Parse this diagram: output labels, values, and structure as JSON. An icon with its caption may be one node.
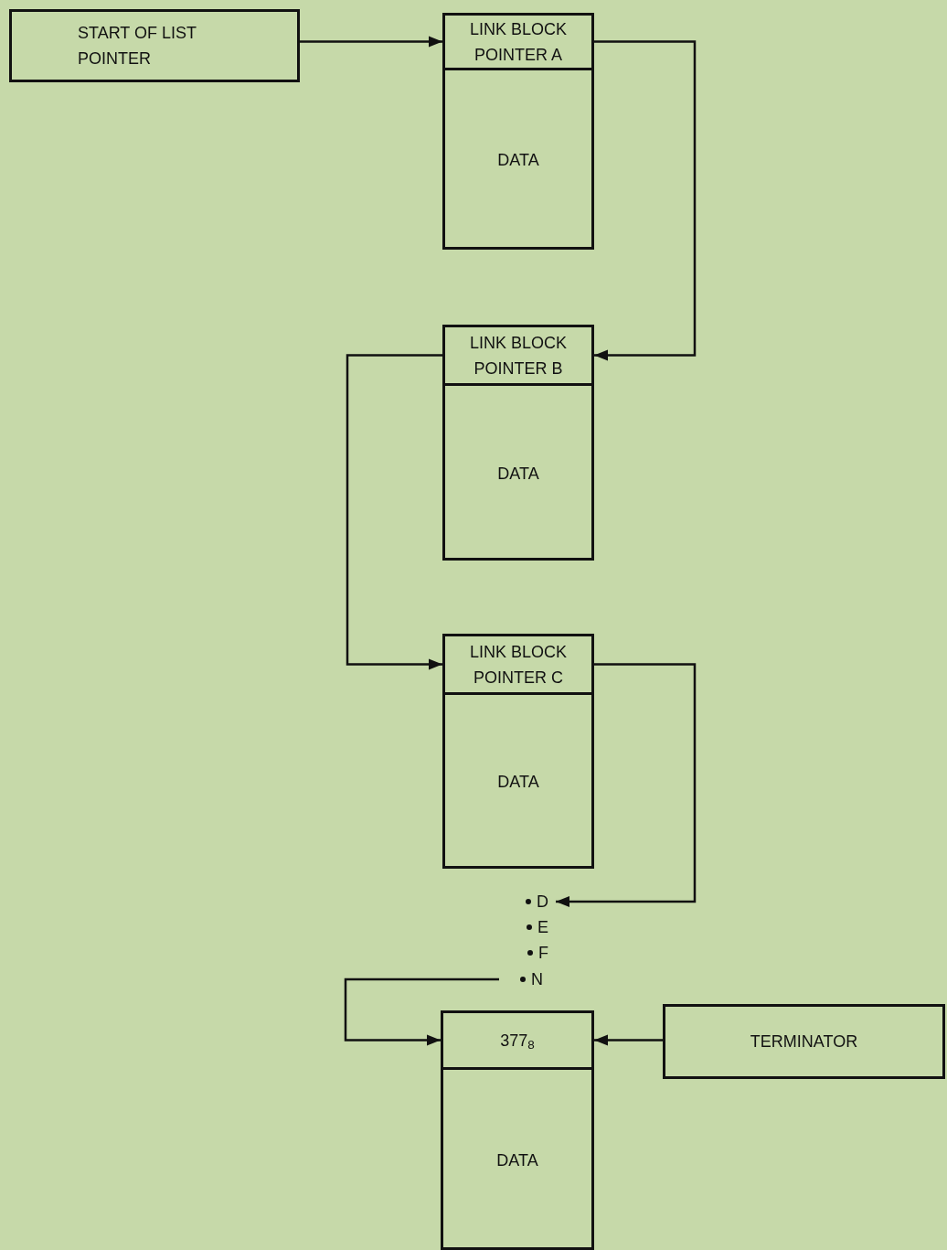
{
  "diagram": {
    "nodes": [
      {
        "text": [
          "START OF LIST POINTER"
        ]
      },
      {
        "text": [],
        "shape": "box"
      },
      {
        "text": [
          "LINK BLOCK POINTER A"
        ],
        "in": 1
      },
      {
        "text": [
          "DATA"
        ],
        "in": 1
      },
      {
        "text": [],
        "shape": "box"
      },
      {
        "text": [
          "LINK BLOCK POINTER B"
        ],
        "in": 4
      },
      {
        "text": [
          "DATA"
        ],
        "in": 4
      },
      {
        "text": [],
        "shape": "box"
      },
      {
        "text": [
          "LINK BLOCK POINTER C"
        ],
        "in": 7
      },
      {
        "text": [
          "DATA"
        ],
        "in": 7
      },
      {
        "text": [
          "D"
        ]
      },
      {
        "text": [
          "N"
        ]
      },
      {
        "text": [],
        "shape": "box"
      },
      {
        "text": [
          "377$_{8}$"
        ],
        "in": 12
      },
      {
        "text": [
          "DATA"
        ],
        "in": 12
      },
      {
        "text": [
          "TERMINATOR"
        ]
      }
    ],
    "edges": [
      {
        "from": 0,
        "to": 2,
        "arrow": "to"
      },
      {
        "from": 2,
        "to": 5,
        "arrow": "to"
      },
      {
        "from": 5,
        "to": 8,
        "arrow": "to"
      },
      {
        "from": 8,
        "to": 10,
        "arrow": "to"
      },
      {
        "from": 11,
        "to": 13,
        "arrow": "to"
      },
      {
        "from": 15,
        "to": 13,
        "arrow": "to"
      }
    ],
    "labels": [
      "E",
      "F"
    ]
  }
}
